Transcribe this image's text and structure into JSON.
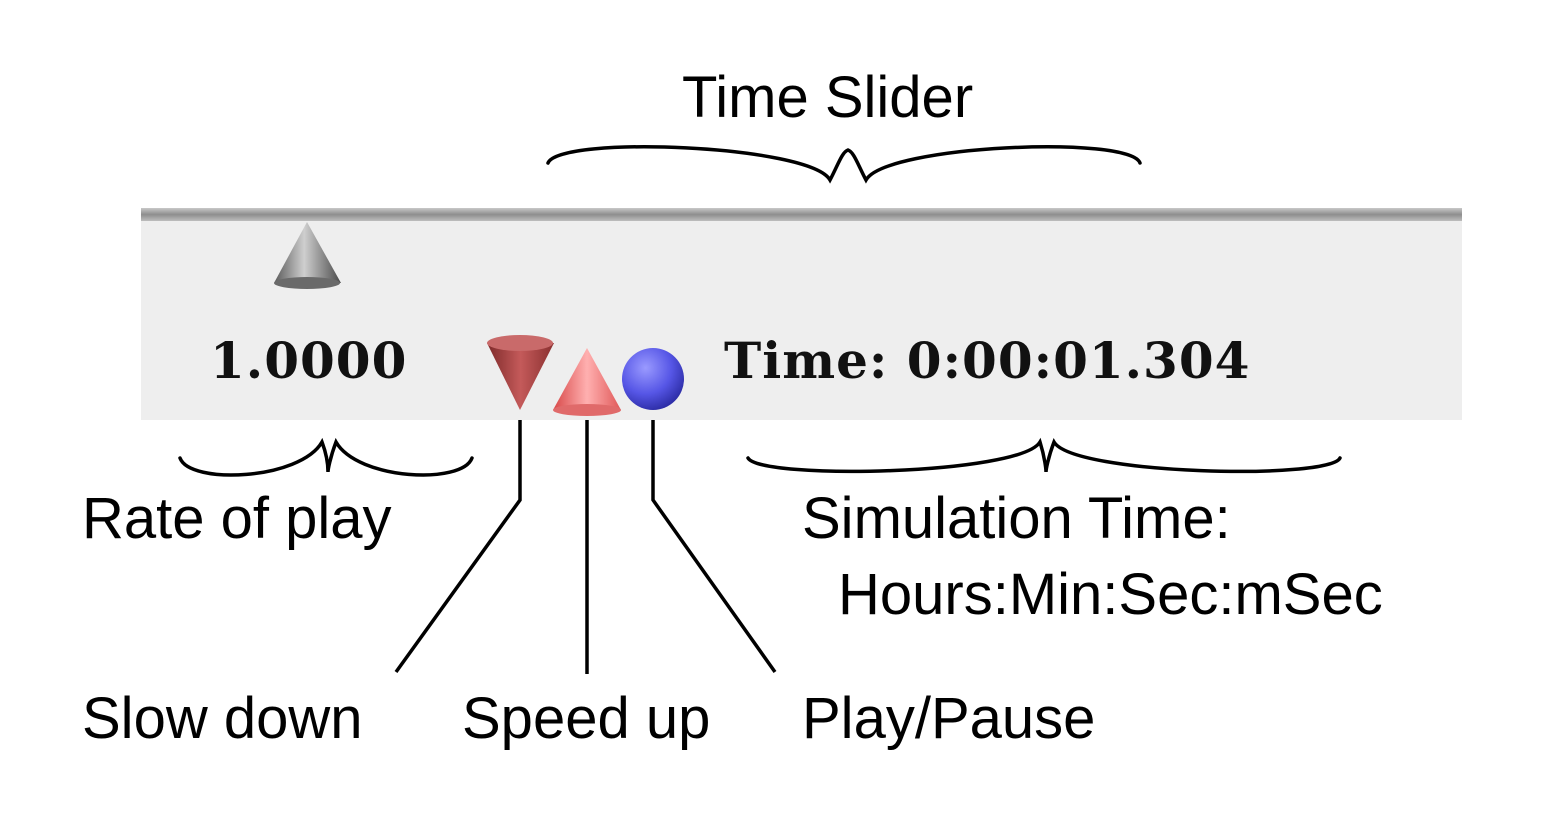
{
  "annotations": {
    "time_slider": "Time Slider",
    "rate_of_play": "Rate of play",
    "slow_down": "Slow down",
    "speed_up": "Speed up",
    "play_pause": "Play/Pause",
    "simulation_time_line1": "Simulation Time:",
    "simulation_time_line2": "Hours:Min:Sec:mSec"
  },
  "control_panel": {
    "rate_value": "1.0000",
    "time_label": "Time: 0:00:01.304"
  },
  "colors": {
    "panel_bg": "#eeeeee",
    "slider_cone": "#8a8a8a",
    "slow_down_cone": "#b04848",
    "speed_up_cone": "#f07a7a",
    "play_sphere": "#5a5ae8"
  },
  "icons": {
    "slider_thumb": "cone-up-icon",
    "slow_down": "cone-down-icon",
    "speed_up": "cone-up-icon",
    "play_pause": "sphere-icon"
  }
}
